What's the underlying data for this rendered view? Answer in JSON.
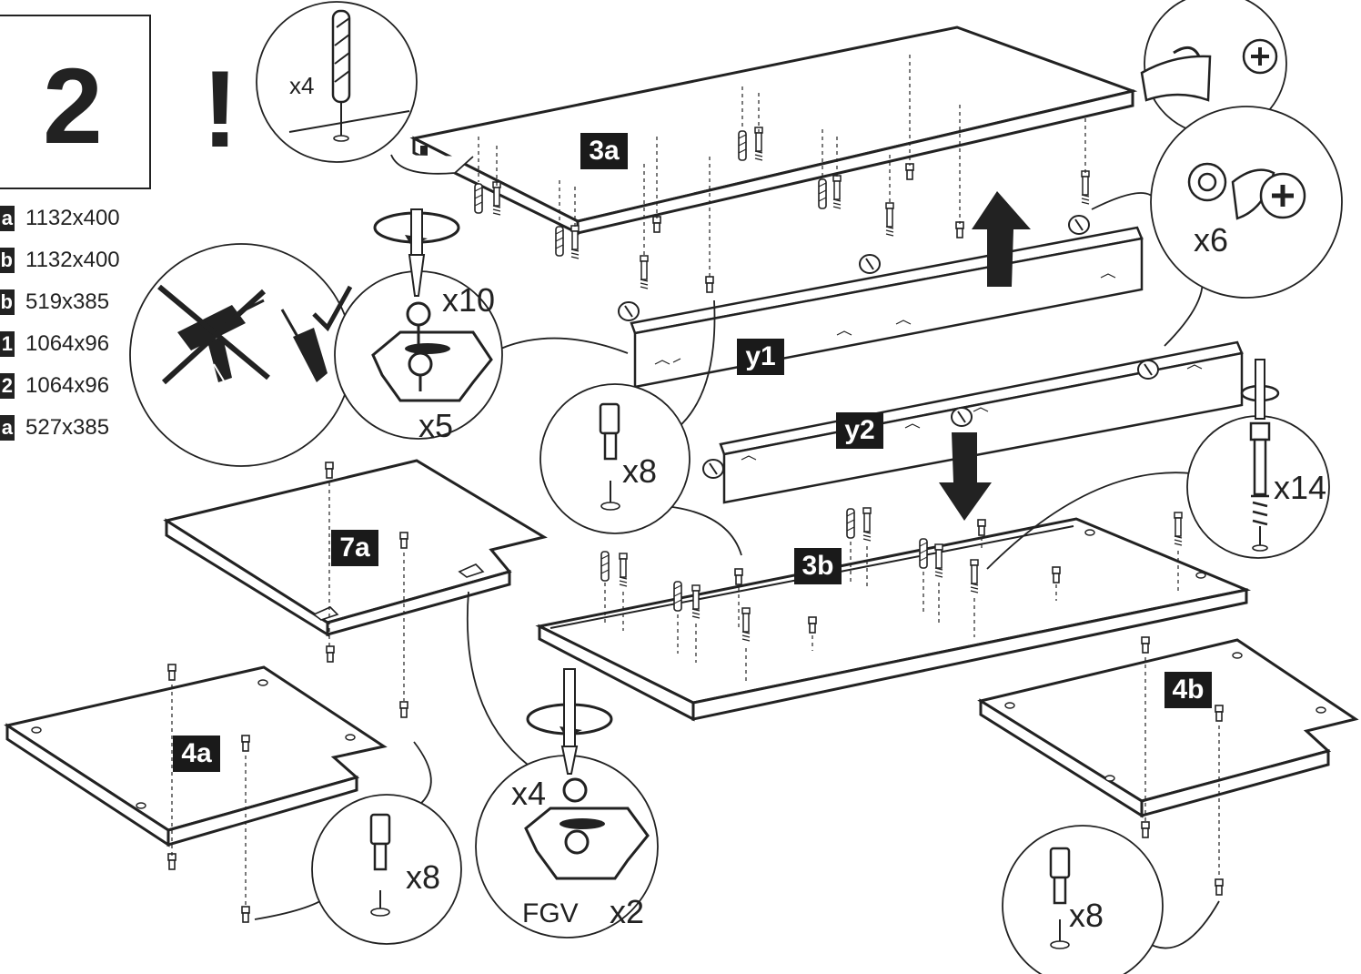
{
  "step": {
    "number": "2",
    "warning": "!"
  },
  "parts_list": [
    {
      "tag": "a",
      "dims": "1132x400"
    },
    {
      "tag": "b",
      "dims": "1132x400"
    },
    {
      "tag": "b",
      "dims": "519x385"
    },
    {
      "tag": "1",
      "dims": "1064x96"
    },
    {
      "tag": "2",
      "dims": "1064x96"
    },
    {
      "tag": "a",
      "dims": "527x385"
    }
  ],
  "panel_labels": {
    "p3a": "3a",
    "p3b": "3b",
    "y1": "y1",
    "y2": "y2",
    "p7a": "7a",
    "p4a": "4a",
    "p4b": "4b"
  },
  "callouts": {
    "dowel_top": "x4",
    "screws_top": "x10",
    "hinges_top": "x5",
    "cam_locks": "x6",
    "pegs_mid": "x8",
    "bolts_right": "x14",
    "screws_bottom": "x4",
    "fgv_label": "FGV",
    "fgv_qty": "x2",
    "pegs_left": "x8",
    "pegs_right": "x8"
  },
  "icons": [
    "drill-crossed-icon",
    "screwdriver-icon",
    "checkmark-icon",
    "rotate-arrow-icon",
    "arrow-up-icon",
    "arrow-down-icon",
    "cam-lock-icon",
    "wooden-dowel-icon",
    "shelf-peg-icon",
    "cam-bolt-icon",
    "hinge-plate-icon"
  ]
}
